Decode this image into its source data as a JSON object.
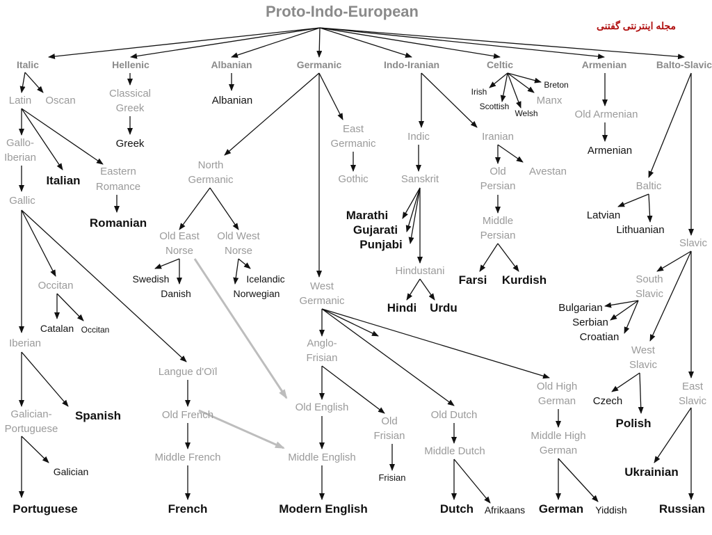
{
  "brand": "مجله اینترنتی گفتنی",
  "nodes": {
    "pie": "Proto-Indo-European",
    "italic": "Italic",
    "hellenic": "Hellenic",
    "albanian_h": "Albanian",
    "germanic": "Germanic",
    "indoiranian": "Indo-Iranian",
    "celtic": "Celtic",
    "armenian_h": "Armenian",
    "baltoslavic": "Balto-Slavic",
    "latin": "Latin",
    "oscan": "Oscan",
    "gallo1": "Gallo-",
    "gallo2": "Iberian",
    "italian": "Italian",
    "er1": "Eastern",
    "er2": "Romance",
    "romanian": "Romanian",
    "gallic": "Gallic",
    "occitan_m": "Occitan",
    "catalan": "Catalan",
    "occitan_l": "Occitan",
    "iberian": "Iberian",
    "gp1": "Galician-",
    "gp2": "Portuguese",
    "spanish": "Spanish",
    "galician": "Galician",
    "portuguese": "Portuguese",
    "cg1": "Classical",
    "cg2": "Greek",
    "greek": "Greek",
    "albanian": "Albanian",
    "ng1": "North",
    "ng2": "Germanic",
    "oen1": "Old East",
    "oen2": "Norse",
    "own1": "Old West",
    "own2": "Norse",
    "swedish": "Swedish",
    "danish": "Danish",
    "icelandic": "Icelandic",
    "norwegian": "Norwegian",
    "eg1": "East",
    "eg2": "Germanic",
    "gothic": "Gothic",
    "wg1": "West",
    "wg2": "Germanic",
    "af1": "Anglo-",
    "af2": "Frisian",
    "oldeng": "Old English",
    "of1": "Old",
    "of2": "Frisian",
    "frisian": "Frisian",
    "middleeng": "Middle English",
    "modeng": "Modern English",
    "oldoil": "Langue d'Oïl",
    "oldfrench": "Old French",
    "midfrench": "Middle French",
    "french": "French",
    "olddutch": "Old Dutch",
    "middutch": "Middle Dutch",
    "dutch": "Dutch",
    "afrikaans": "Afrikaans",
    "ohg1": "Old High",
    "ohg2": "German",
    "mhg1": "Middle High",
    "mhg2": "German",
    "german": "German",
    "yiddish": "Yiddish",
    "indic": "Indic",
    "sanskrit": "Sanskrit",
    "marathi": "Marathi",
    "gujarati": "Gujarati",
    "punjabi": "Punjabi",
    "hindustani": "Hindustani",
    "hindi": "Hindi",
    "urdu": "Urdu",
    "iranian": "Iranian",
    "op1": "Old",
    "op2": "Persian",
    "avestan": "Avestan",
    "mp1": "Middle",
    "mp2": "Persian",
    "farsi": "Farsi",
    "kurdish": "Kurdish",
    "irish": "Irish",
    "scottish": "Scottish",
    "welsh": "Welsh",
    "manx": "Manx",
    "breton": "Breton",
    "oldarmenian": "Old Armenian",
    "armenian": "Armenian",
    "baltic": "Baltic",
    "latvian": "Latvian",
    "lithuanian": "Lithuanian",
    "slavic": "Slavic",
    "ss1": "South",
    "ss2": "Slavic",
    "bulgarian": "Bulgarian",
    "serbian": "Serbian",
    "croatian": "Croatian",
    "ws1": "West",
    "ws2": "Slavic",
    "czech": "Czech",
    "polish": "Polish",
    "es1": "East",
    "es2": "Slavic",
    "ukrainian": "Ukrainian",
    "russian": "Russian"
  }
}
